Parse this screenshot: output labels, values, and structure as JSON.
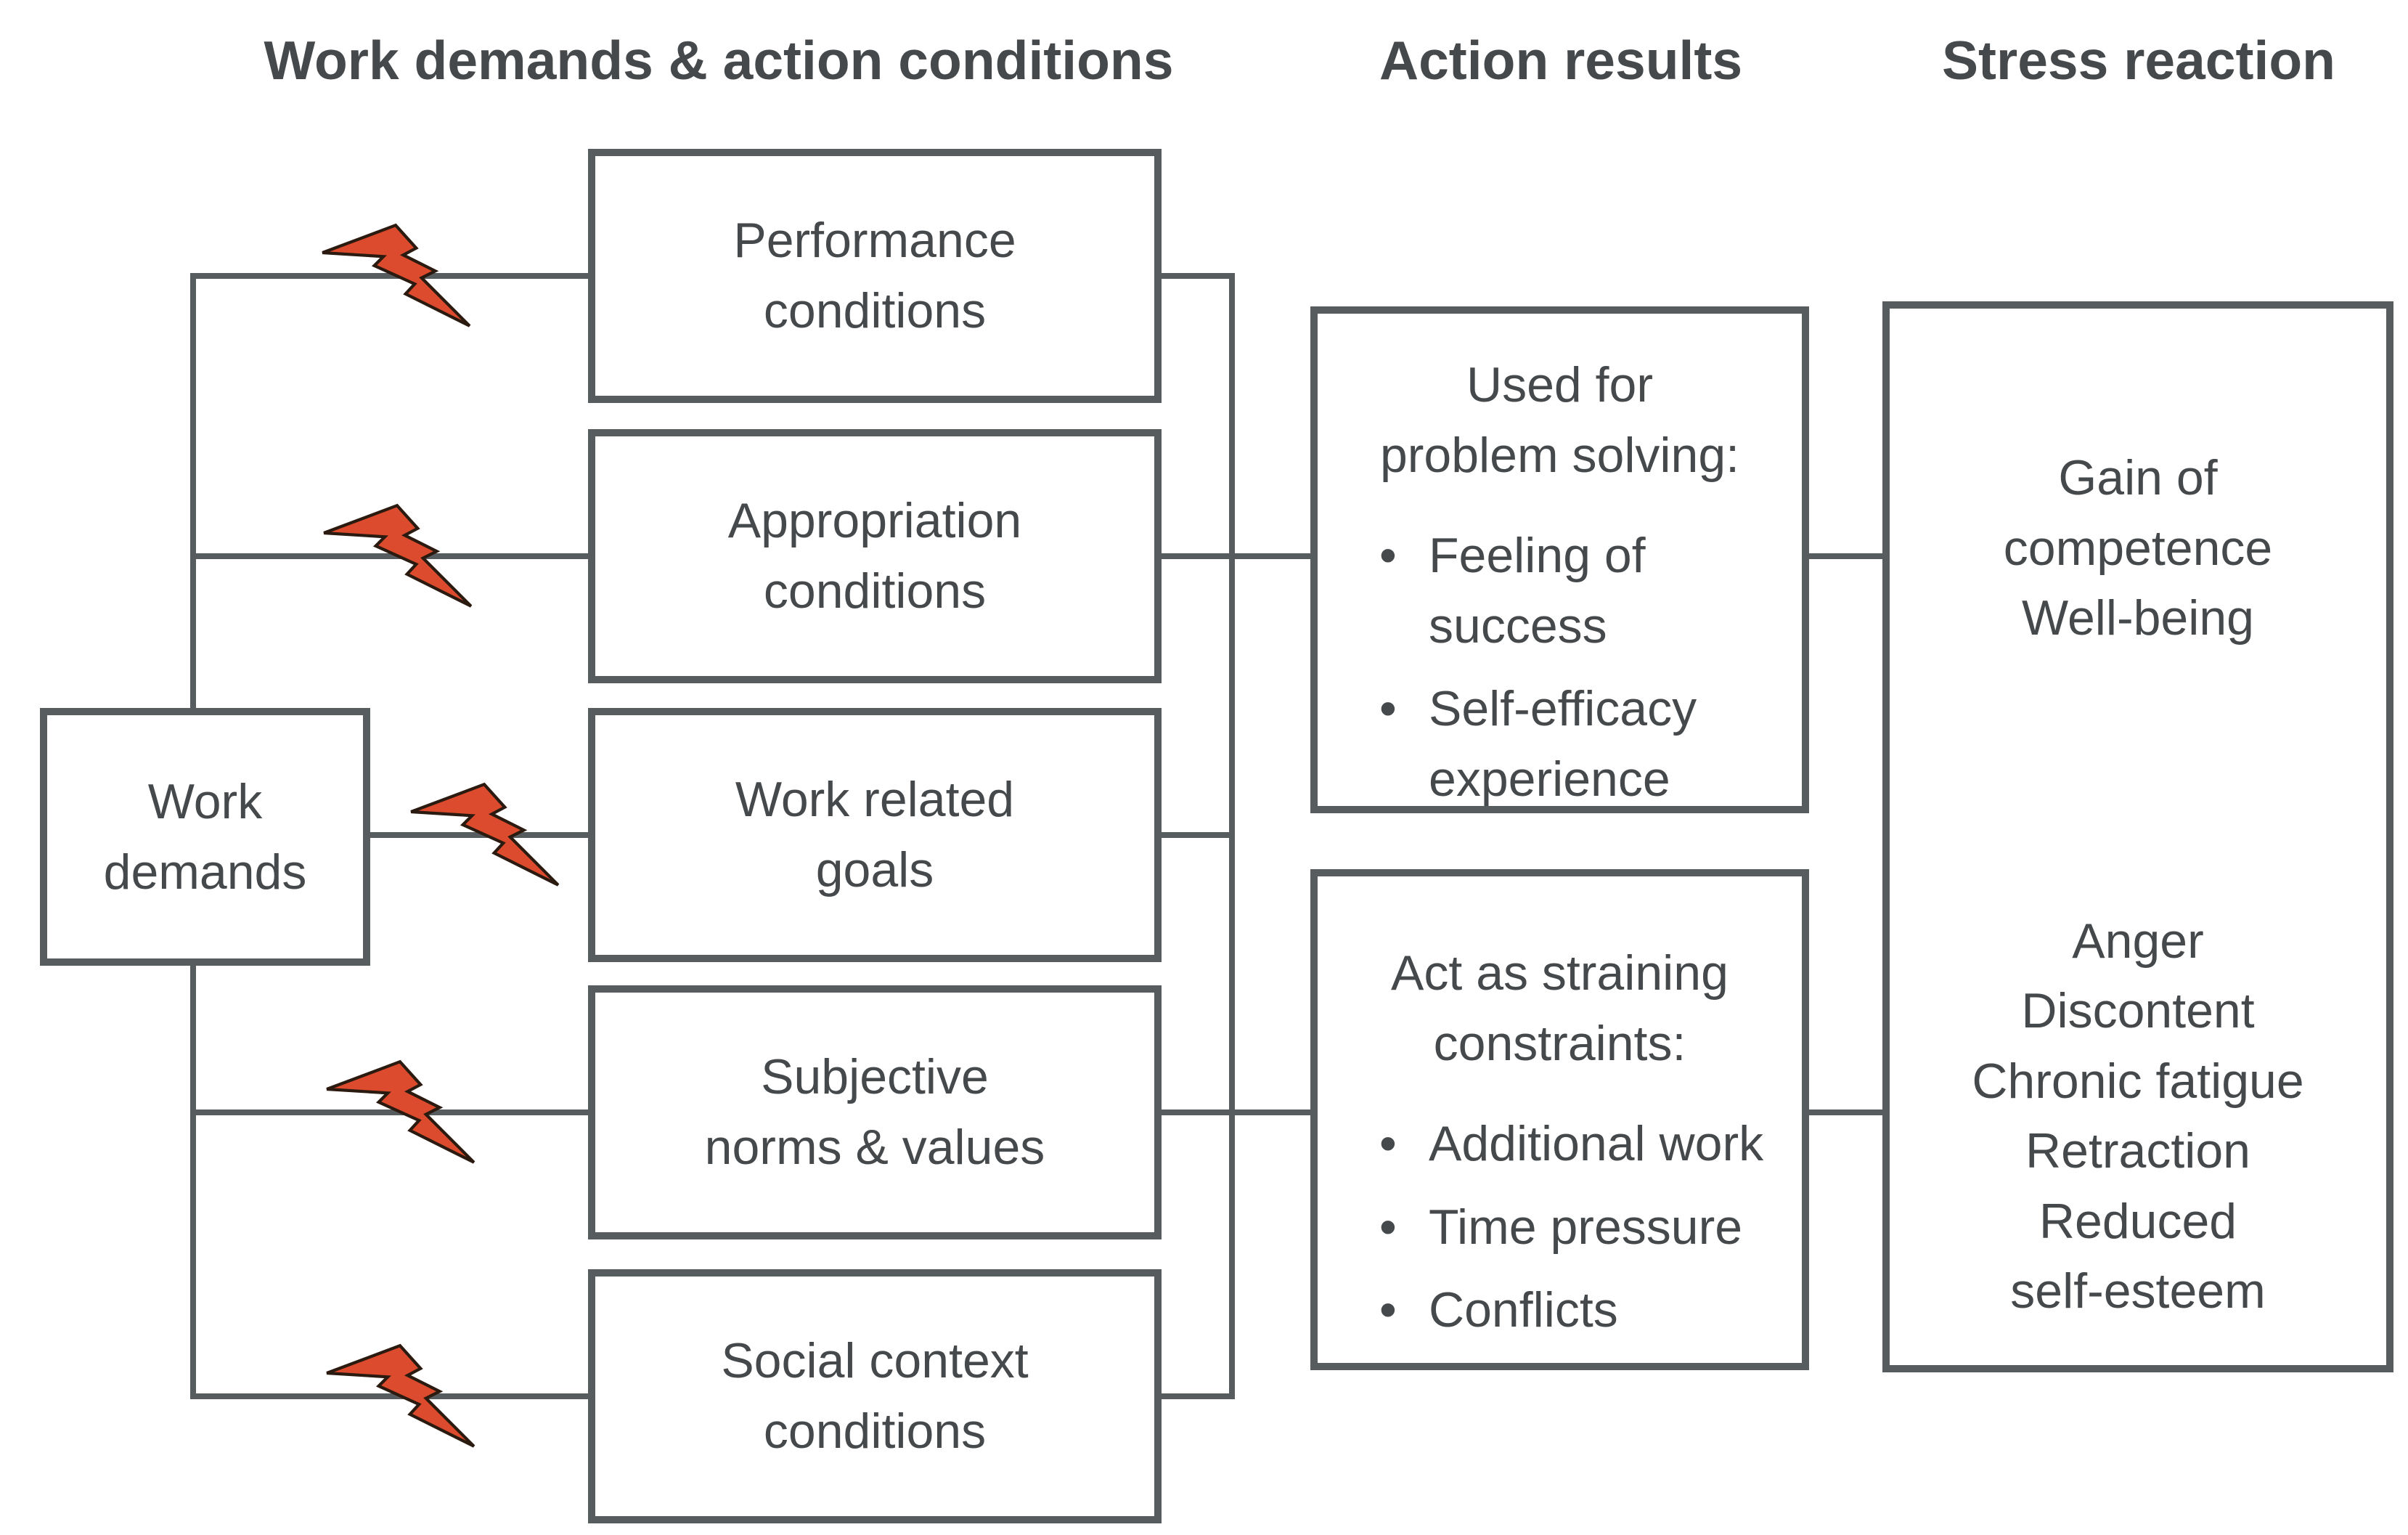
{
  "headers": {
    "col1": "Work demands & action conditions",
    "col2": "Action results",
    "col3": "Stress reaction"
  },
  "work_demands": {
    "label": "Work\ndemands"
  },
  "conditions": [
    {
      "label": "Performance\nconditions"
    },
    {
      "label": "Appropriation\nconditions"
    },
    {
      "label": "Work related\ngoals"
    },
    {
      "label": "Subjective\nnorms & values"
    },
    {
      "label": "Social context\nconditions"
    }
  ],
  "action_results": {
    "positive": {
      "title": "Used for\nproblem solving:",
      "bullet_char": "•",
      "bullets": [
        "Feeling of\nsuccess",
        "Self-efficacy\nexperience"
      ]
    },
    "negative": {
      "title": "Act as straining\nconstraints:",
      "bullet_char": "•",
      "bullets": [
        "Additional work",
        "Time pressure",
        "Conflicts"
      ]
    }
  },
  "stress_reaction": {
    "positive": "Gain of\ncompetence\nWell-being",
    "negative": "Anger\nDiscontent\nChronic fatigue\nRetraction\nReduced\nself-esteem"
  },
  "icons": {
    "lightning": "lightning-bolt-icon"
  },
  "colors": {
    "line": "#575c5e",
    "text": "#46494b",
    "bolt_fill": "#dc4b2d",
    "bolt_stroke": "#2b1a10",
    "background": "#ffffff"
  }
}
